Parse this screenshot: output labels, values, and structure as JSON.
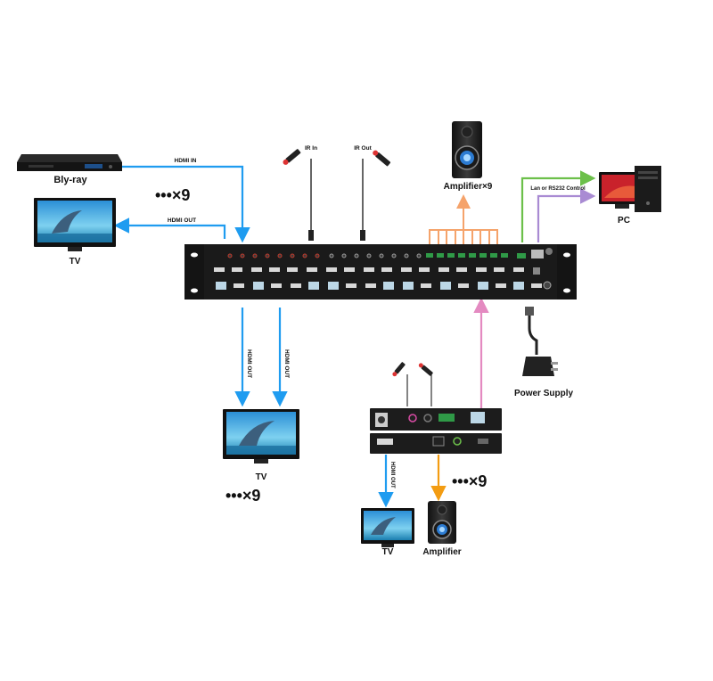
{
  "devices": {
    "bluray_label": "Bly-ray",
    "tv_left_label": "TV",
    "tv_bottom_label": "TV",
    "tv_receiver_label": "TV",
    "amplifier_top_label": "Amplifier×9",
    "amplifier_bottom_label": "Amplifier",
    "pc_label": "PC",
    "power_supply_label": "Power Supply"
  },
  "connections": {
    "hdmi_in": "HDMI IN",
    "hdmi_out_left": "HDMI OUT",
    "hdmi_out_down_1": "HDMI OUT",
    "hdmi_out_down_2": "HDMI OUT",
    "hdmi_out_receiver": "HDMI OUT",
    "ir_in": "IR In",
    "ir_out": "IR Out",
    "control": "Lan or RS232 Control"
  },
  "multipliers": {
    "left": "•••×9",
    "bottom": "•••×9",
    "receiver": "•••×9"
  },
  "colors": {
    "hdmi": "#1f9cf0",
    "audio": "#f5a36b",
    "spdif": "#f39c12",
    "lan": "#e48ac1",
    "control_green": "#6cc04a",
    "control_purple": "#a98bd3",
    "device_body": "#1b1b1b"
  }
}
